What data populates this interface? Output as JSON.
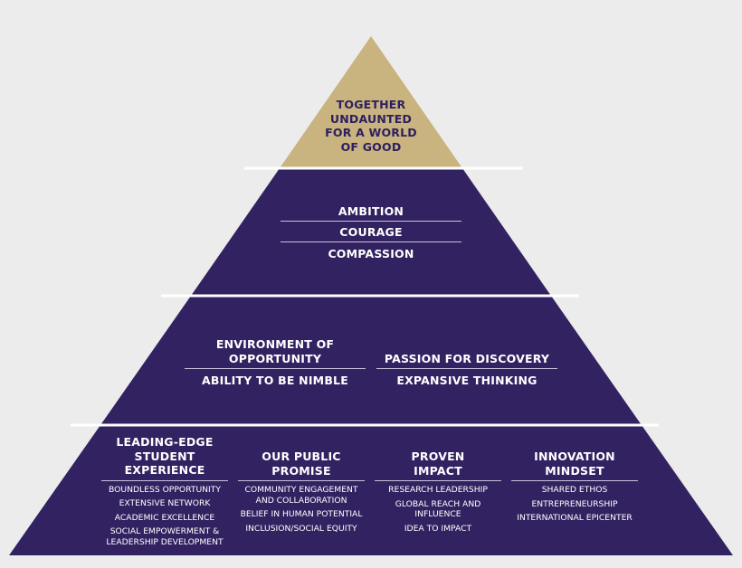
{
  "colors": {
    "apex": "#c9b37e",
    "tier": "#322261",
    "apex_text": "#2e2060",
    "divider": "#ffffff"
  },
  "apex": {
    "lines": [
      "TOGETHER",
      "UNDAUNTED",
      "FOR A WORLD",
      "OF GOOD"
    ]
  },
  "values": {
    "items": [
      "AMBITION",
      "COURAGE",
      "COMPASSION"
    ]
  },
  "attributes": {
    "left": {
      "heading": [
        "ENVIRONMENT OF",
        "OPPORTUNITY"
      ],
      "sub": "ABILITY TO BE NIMBLE"
    },
    "right": {
      "heading": [
        "PASSION FOR DISCOVERY"
      ],
      "sub": "EXPANSIVE THINKING"
    }
  },
  "pillars": [
    {
      "heading": [
        "LEADING-EDGE",
        "STUDENT",
        "EXPERIENCE"
      ],
      "items": [
        "BOUNDLESS OPPORTUNITY",
        "EXTENSIVE NETWORK",
        "ACADEMIC EXCELLENCE",
        "SOCIAL EMPOWERMENT &\nLEADERSHIP DEVELOPMENT"
      ]
    },
    {
      "heading": [
        "OUR PUBLIC",
        "PROMISE"
      ],
      "items": [
        "COMMUNITY ENGAGEMENT\nAND COLLABORATION",
        "BELIEF IN HUMAN POTENTIAL",
        "INCLUSION/SOCIAL EQUITY"
      ]
    },
    {
      "heading": [
        "PROVEN",
        "IMPACT"
      ],
      "items": [
        "RESEARCH LEADERSHIP",
        "GLOBAL REACH AND\nINFLUENCE",
        "IDEA TO IMPACT"
      ]
    },
    {
      "heading": [
        "INNOVATION",
        "MINDSET"
      ],
      "items": [
        "SHARED ETHOS",
        "ENTREPRENEURSHIP",
        "INTERNATIONAL EPICENTER"
      ]
    }
  ]
}
